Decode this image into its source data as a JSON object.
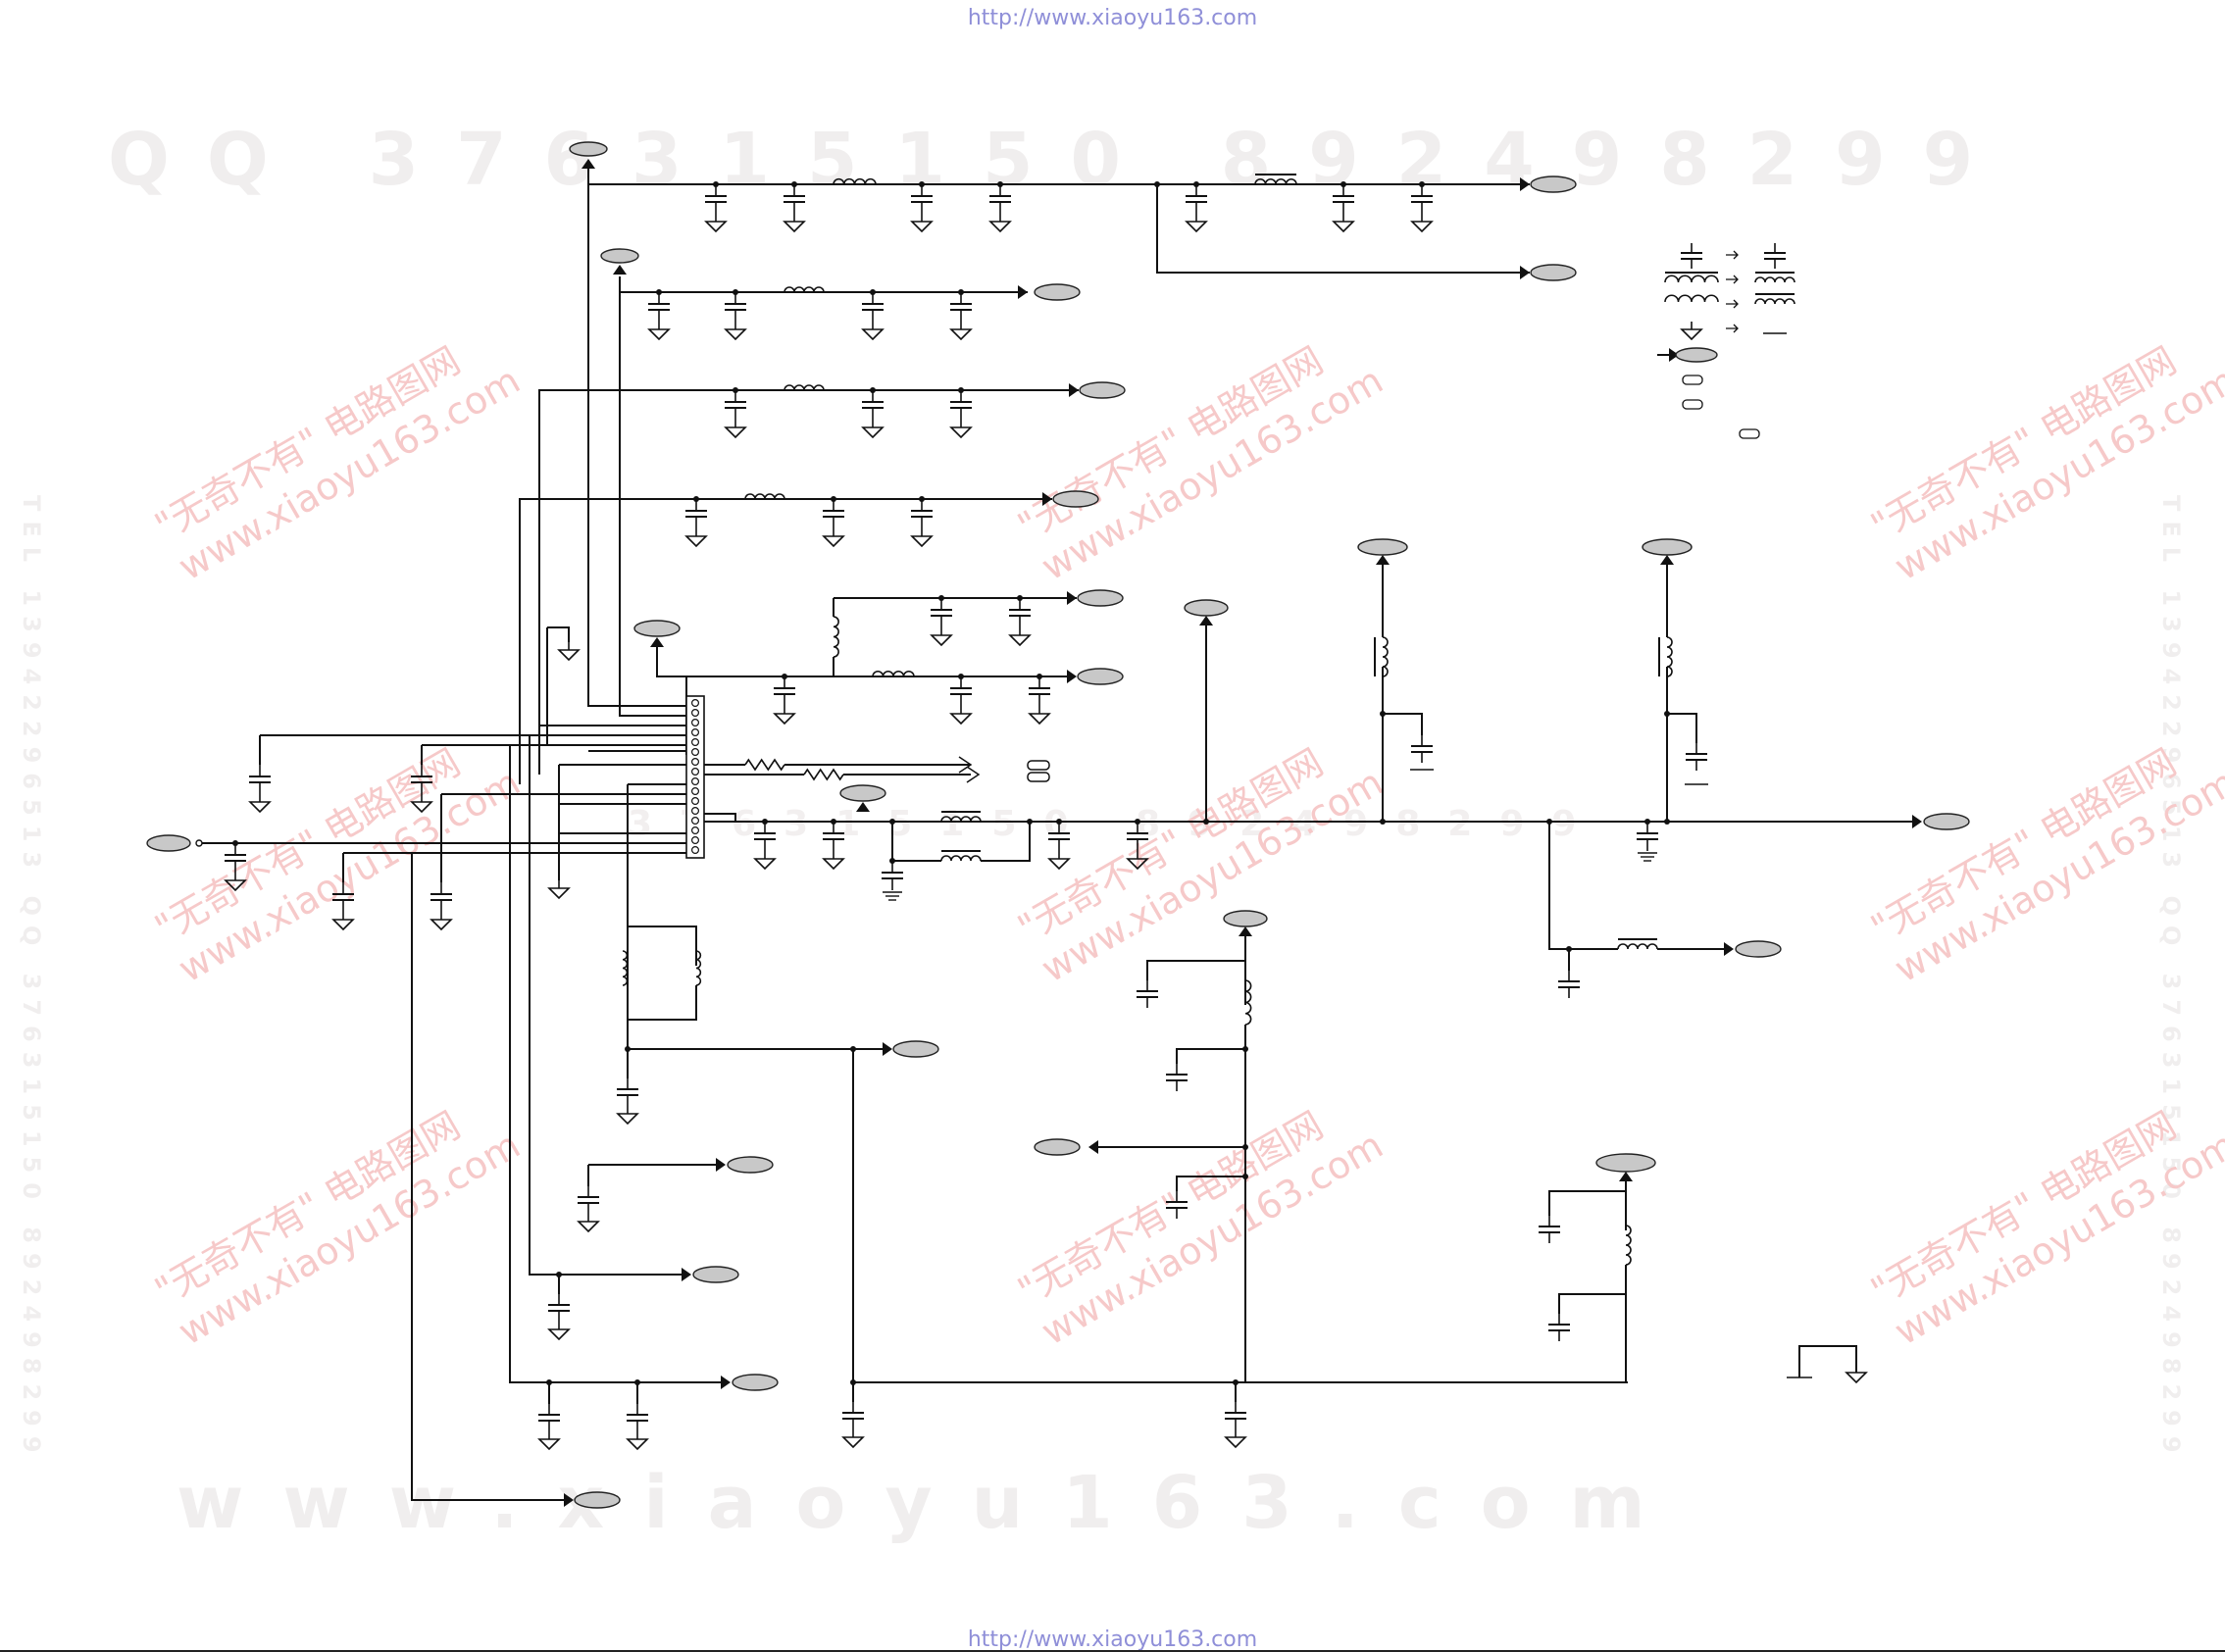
{
  "header_url": "http://www.xiaoyu163.com",
  "footer_url": "http://www.xiaoyu163.com",
  "watermarks": {
    "qq_line": "QQ 376315150 892498299",
    "www_line": "www.xiaoyu163.com",
    "mid_line": "376315150 892498299",
    "tel_vertical": "TEL 13942296513 QQ 376315150 892498299",
    "stamp_line1": "\"无奇不有\" 电路图网",
    "stamp_line2": "www.xiaoyu163.com"
  },
  "colors": {
    "ink": "#111111",
    "label_fill": "#c8c8c8",
    "url_blue": "#8f8fd8",
    "watermark_red": "#f6c9c9",
    "watermark_grey": "#f0eeee"
  },
  "legend_icons": [
    "capacitor-icon",
    "inductor-icon",
    "transformer-icon",
    "ground-icon",
    "arrow-right-icon"
  ]
}
